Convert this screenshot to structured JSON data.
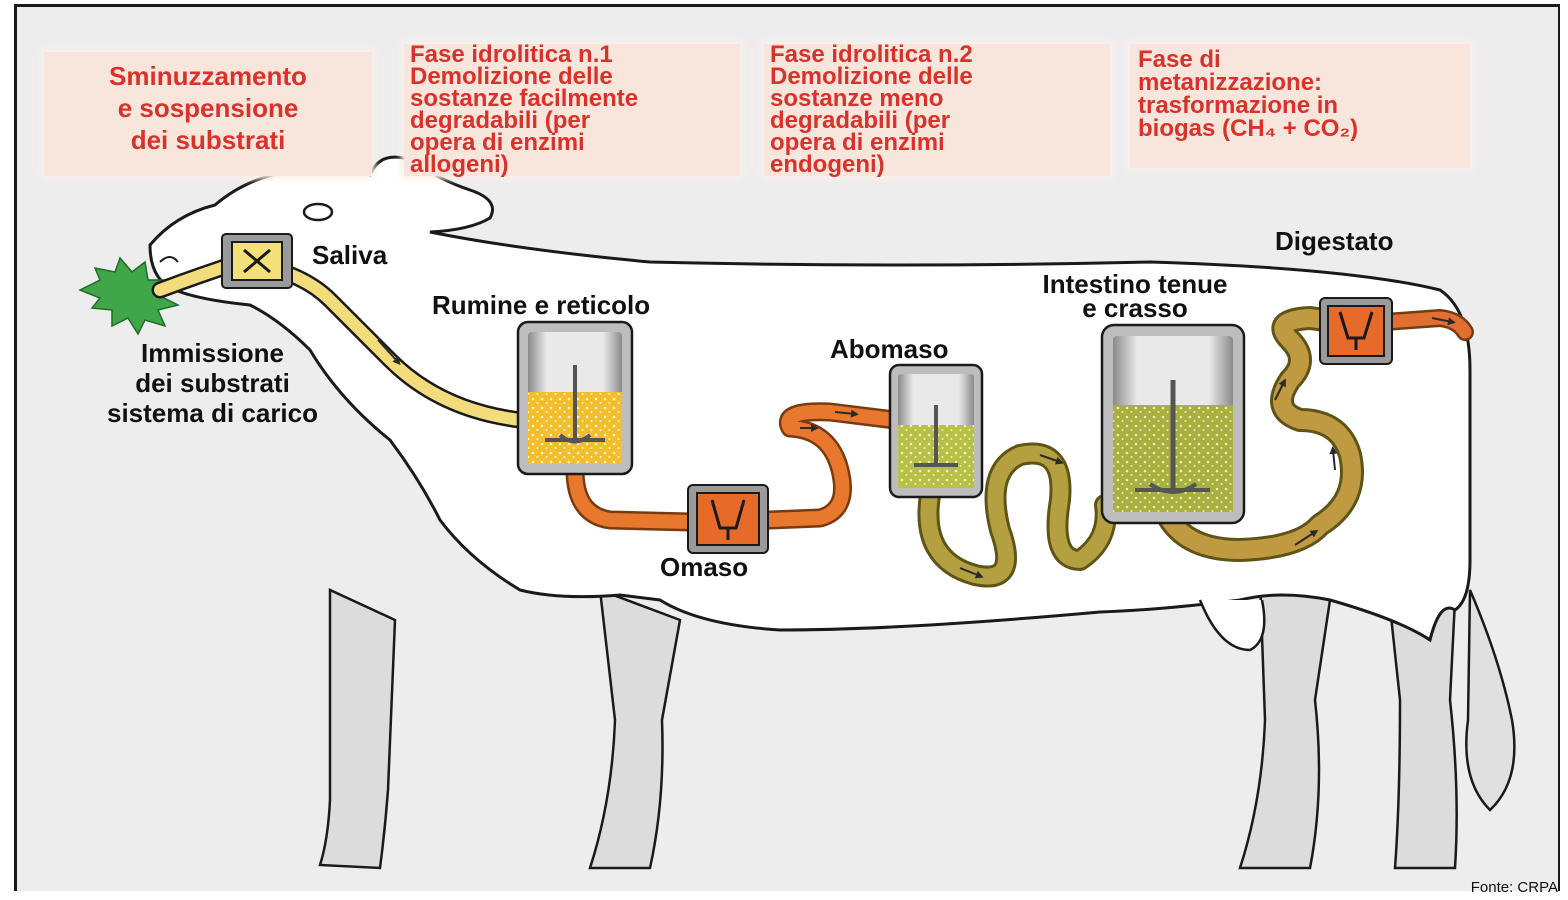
{
  "phases": [
    {
      "lines": [
        "Sminuzzamento",
        "e sospensione",
        "dei substrati"
      ]
    },
    {
      "lines": [
        "Fase idrolitica n.1",
        "Demolizione delle",
        "sostanze facilmente",
        "degradabili (per",
        "opera di enzimi",
        "allogeni)"
      ]
    },
    {
      "lines": [
        "Fase idrolitica n.2",
        "Demolizione delle",
        "sostanze meno",
        "degradabili (per",
        "opera di enzimi",
        "endogeni)"
      ]
    },
    {
      "lines": [
        "Fase di",
        "metanizzazione:",
        "trasformazione in",
        "biogas (CH₄ + CO₂)"
      ]
    }
  ],
  "labels": {
    "saliva": "Saliva",
    "intake": [
      "Immissione",
      "dei substrati",
      "sistema di carico"
    ],
    "rumen": "Rumine e reticolo",
    "omasum": "Omaso",
    "abomasum": "Abomaso",
    "intestine": [
      "Intestino tenue",
      "e crasso"
    ],
    "digestate": "Digestato"
  },
  "source": "Fonte: CRPA",
  "colors": {
    "phase_text": "#d8322a",
    "phase_bg": "#f8e6dc",
    "yellow_tube": "#f2dc7c",
    "orange_tube": "#e8782e",
    "olive_tube": "#b4a040",
    "rumen_fill": "#f2be2e",
    "abomasum_fill": "#b8c048"
  },
  "icons": [
    "leaves-icon",
    "chopper-icon",
    "pump-icon",
    "mixer-tank-icon",
    "arrow-icon"
  ]
}
